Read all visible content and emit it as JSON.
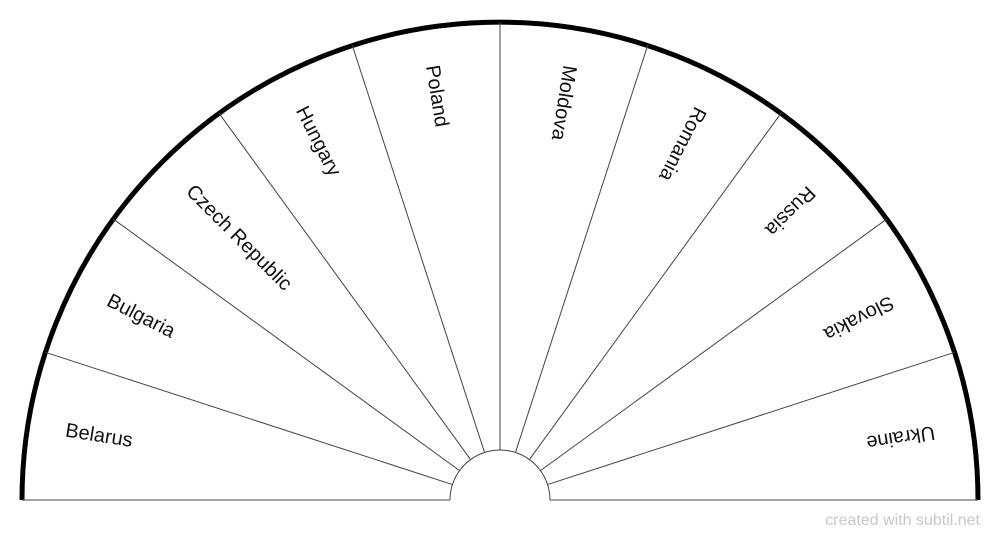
{
  "sectors": [
    "Belarus",
    "Bulgaria",
    "Czech Republic",
    "Hungary",
    "Poland",
    "Moldova",
    "Romania",
    "Russia",
    "Slovakia",
    "Ukraine"
  ],
  "footer": {
    "credit": "created with subtil.net"
  },
  "colors": {
    "arc": "#000000",
    "divider": "#444444",
    "label": "#111111",
    "credit": "#c8c8c8"
  }
}
